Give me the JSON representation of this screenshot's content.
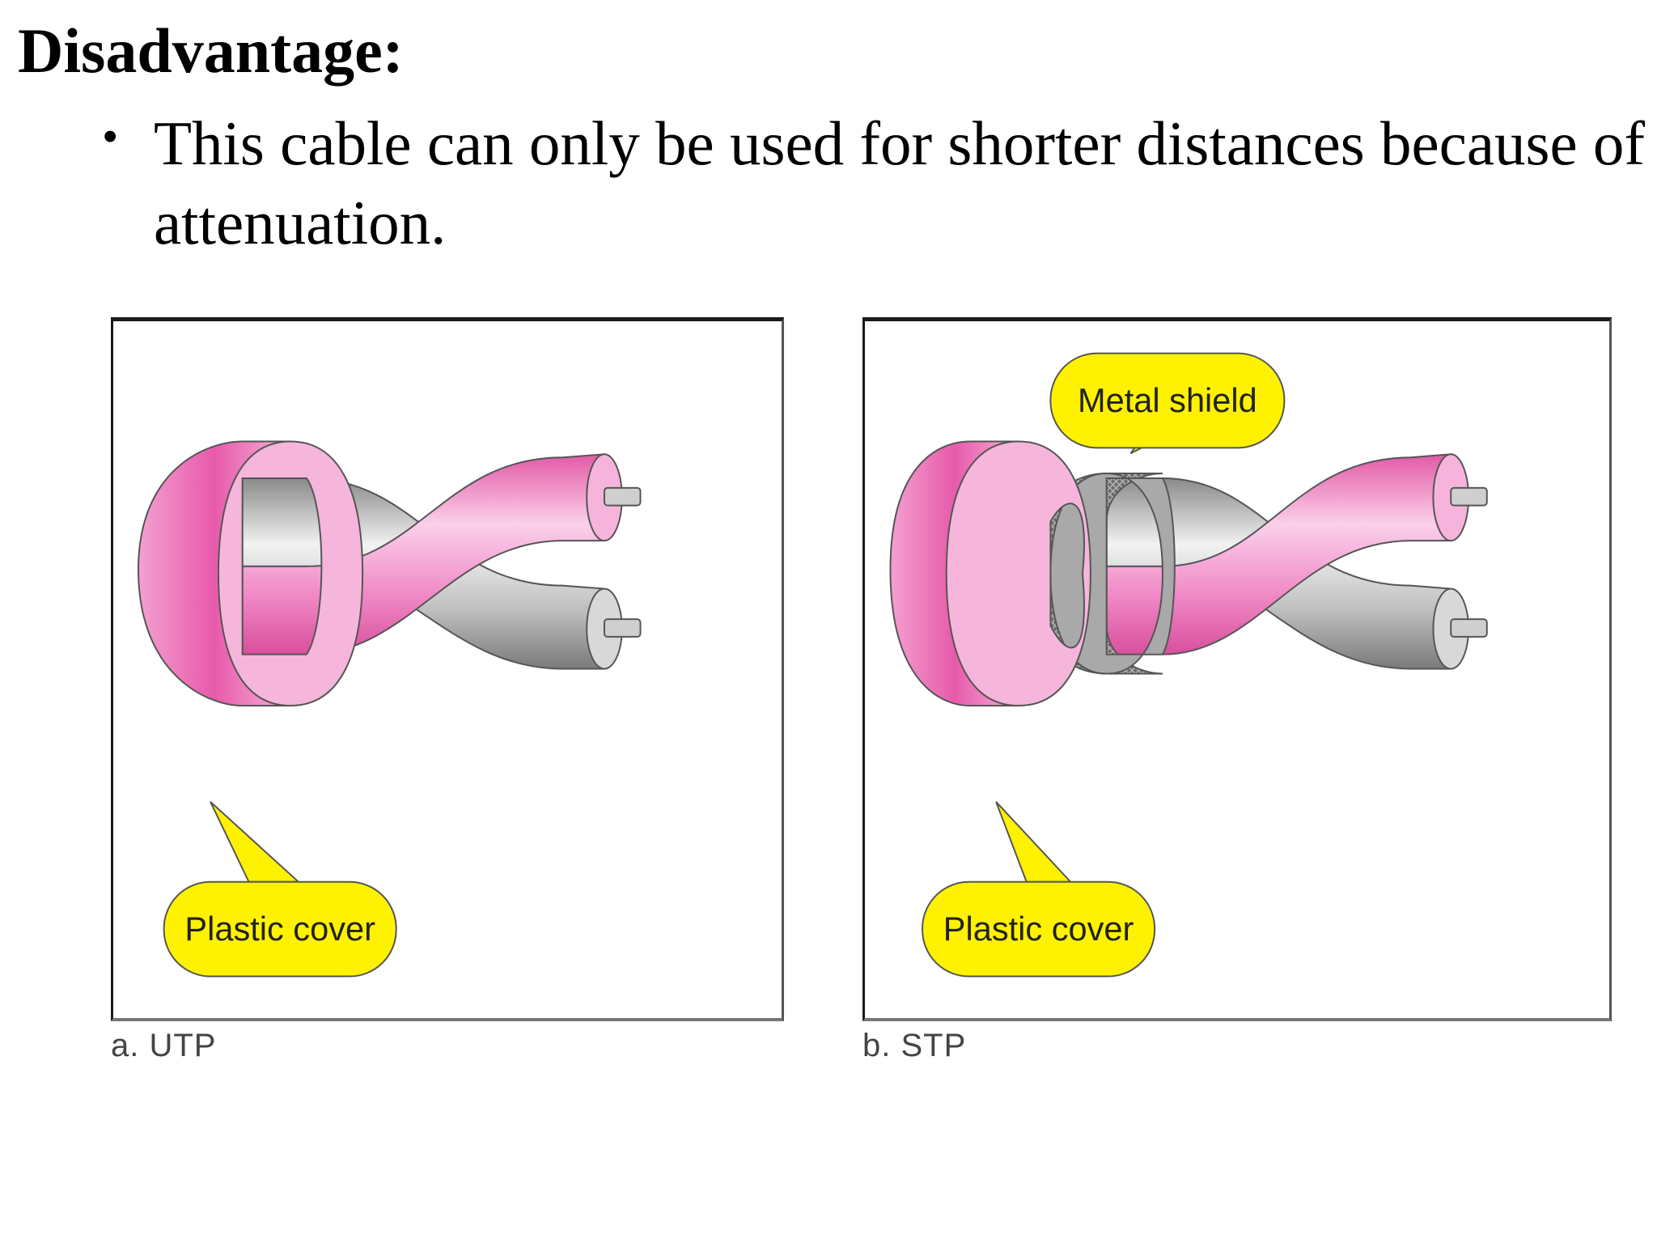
{
  "slide": {
    "heading": "Disadvantage:",
    "bullets": [
      {
        "text": "This cable can only be used for shorter distances because of attenuation."
      }
    ]
  },
  "figures": {
    "utp": {
      "caption": "a. UTP",
      "callout_cover": "Plastic cover"
    },
    "stp": {
      "caption": "b. STP",
      "callout_cover": "Plastic cover",
      "callout_shield": "Metal shield"
    }
  },
  "colors": {
    "cover_pink": "#ee6fb6",
    "wire_pink": "#f39ad0",
    "wire_gray": "#b9b9b9",
    "shield_gray": "#6d6d6d",
    "callout_yellow": "#fff200"
  }
}
